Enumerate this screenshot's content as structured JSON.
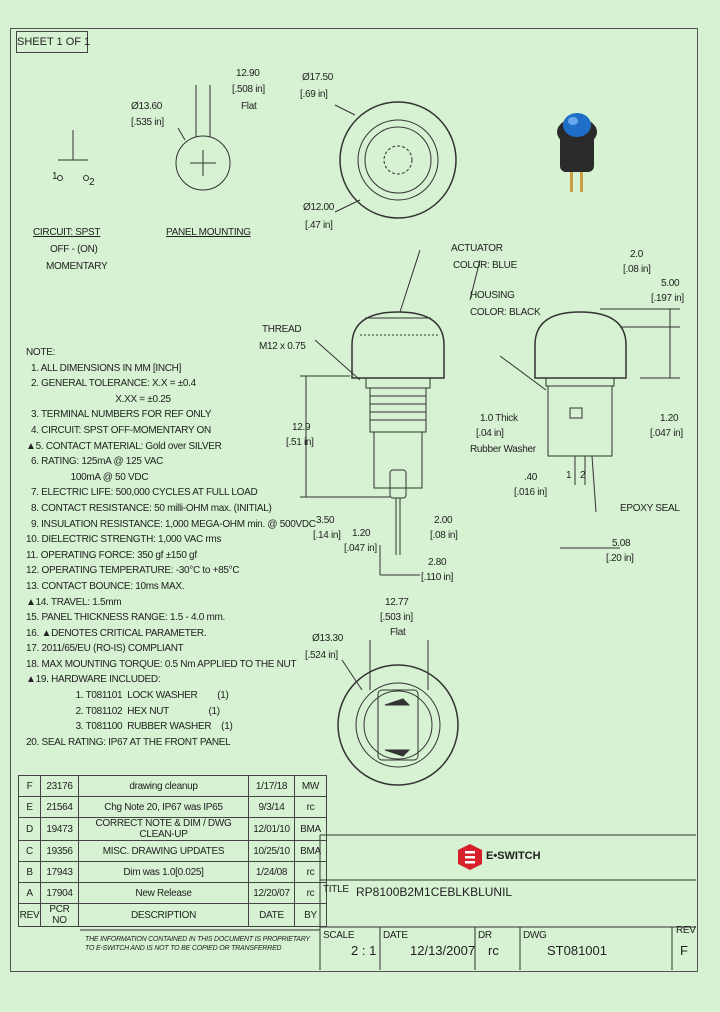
{
  "sheet_label": "SHEET 1 OF 1",
  "circuit": {
    "label": "CIRCUIT: SPST",
    "line2": "OFF - (ON)",
    "line3": "MOMENTARY",
    "pin1": "1",
    "pin2": "2"
  },
  "panel": {
    "label": "PANEL MOUNTING",
    "dia": "Ø13.60",
    "dia_in": "[.535 in]",
    "flat": "12.90",
    "flat_in": "[.508 in]",
    "flat_word": "Flat"
  },
  "top_view": {
    "outer": "Ø17.50",
    "outer_in": "[.69 in]",
    "inner": "Ø12.00",
    "inner_in": "[.47 in]"
  },
  "side_view": {
    "actuator": "ACTUATOR",
    "actuator_color": "COLOR: BLUE",
    "housing": "HOUSING",
    "housing_color": "COLOR: BLACK",
    "thread": "THREAD",
    "thread_spec": "M12 x 0.75",
    "height": "12.9",
    "height_in": "[.51 in]",
    "d350": "3.50",
    "d350_in": "[.14 in]",
    "d120": "1.20",
    "d120_in": "[.047 in]",
    "d200": "2.00",
    "d200_in": "[.08 in]",
    "d280": "2.80",
    "d280_in": "[.110 in]"
  },
  "right_view": {
    "d20": "2.0",
    "d20_in": "[.08 in]",
    "d500": "5.00",
    "d500_in": "[.197 in]",
    "thick": "1.0 Thick",
    "thick_in": "[.04 in]",
    "washer": "Rubber Washer",
    "d120": "1.20",
    "d120_in": "[.047 in]",
    "d40": ".40",
    "d40_in": "[.016 in]",
    "pin1": "1",
    "pin2": "2",
    "epoxy": "EPOXY SEAL",
    "d508": "5.08",
    "d508_in": "[.20 in]"
  },
  "bottom_view": {
    "flat": "12.77",
    "flat_in": "[.503 in]",
    "flat_word": "Flat",
    "dia": "Ø13.30",
    "dia_in": "[.524 in]"
  },
  "notes": [
    "NOTE:",
    "  1. ALL DIMENSIONS IN MM [INCH]",
    "  2. GENERAL TOLERANCE: X.X = ±0.4",
    "                                    X.XX = ±0.25",
    "  3. TERMINAL NUMBERS FOR REF ONLY",
    "  4. CIRCUIT: SPST OFF-MOMENTARY ON",
    "▲5. CONTACT MATERIAL: Gold over SILVER",
    "  6. RATING: 125mA @ 125 VAC",
    "                  100mA @ 50 VDC",
    "  7. ELECTRIC LIFE: 500,000 CYCLES AT FULL LOAD",
    "  8. CONTACT RESISTANCE: 50 milli-OHM max. (INITIAL)",
    "  9. INSULATION RESISTANCE: 1,000 MEGA-OHM min. @ 500VDC",
    "10. DIELECTRIC STRENGTH: 1,000 VAC rms",
    "11. OPERATING FORCE: 350 gf ±150 gf",
    "12. OPERATING TEMPERATURE: -30°C to +85°C",
    "13. CONTACT BOUNCE: 10ms MAX.",
    "▲14. TRAVEL: 1.5mm",
    "15. PANEL THICKNESS RANGE: 1.5 - 4.0 mm.",
    "16. ▲DENOTES CRITICAL PARAMETER.",
    "17. 2011/65/EU (RO-IS) COMPLIANT",
    "18. MAX MOUNTING TORQUE: 0.5 Nm APPLIED TO THE NUT",
    "▲19. HARDWARE INCLUDED:",
    "                    1. T081101  LOCK WASHER        (1)",
    "                    2. T081102  HEX NUT                (1)",
    "                    3. T081100  RUBBER WASHER    (1)",
    "20. SEAL RATING: IP67 AT THE FRONT PANEL"
  ],
  "revisions": [
    {
      "rev": "F",
      "pcr": "23176",
      "desc": "drawing cleanup",
      "date": "1/17/18",
      "by": "MW"
    },
    {
      "rev": "E",
      "pcr": "21564",
      "desc": "Chg Note 20, IP67 was IP65",
      "date": "9/3/14",
      "by": "rc"
    },
    {
      "rev": "D",
      "pcr": "19473",
      "desc": "CORRECT NOTE & DIM / DWG CLEAN-UP",
      "date": "12/01/10",
      "by": "BMA"
    },
    {
      "rev": "C",
      "pcr": "19356",
      "desc": "MISC. DRAWING UPDATES",
      "date": "10/25/10",
      "by": "BMA"
    },
    {
      "rev": "B",
      "pcr": "17943",
      "desc": "Dim was 1.0[0.025]",
      "date": "1/24/08",
      "by": "rc"
    },
    {
      "rev": "A",
      "pcr": "17904",
      "desc": "New Release",
      "date": "12/20/07",
      "by": "rc"
    }
  ],
  "rev_header": {
    "rev": "REV",
    "pcr": "PCR NO",
    "desc": "DESCRIPTION",
    "date": "DATE",
    "by": "BY"
  },
  "disclaimer": [
    "THE INFORMATION CONTAINED IN THIS DOCUMENT IS PROPRIETARY",
    "TO E-SWITCH AND IS NOT TO BE COPIED OR TRANSFERRED"
  ],
  "title_block": {
    "brand": "E•SWITCH",
    "title_label": "TITLE",
    "title": "RP8100B2M1CEBLKBLUNIL",
    "scale_label": "SCALE",
    "scale": "2 : 1",
    "date_label": "DATE",
    "date": "12/13/2007",
    "dr_label": "DR",
    "dr": "rc",
    "dwg_label": "DWG",
    "dwg": "ST081001",
    "rev_label": "REV",
    "rev": "F"
  },
  "colors": {
    "background": "#d6f2d2",
    "actuator": "#1f6fc8",
    "housing": "#2a2a2a",
    "brand_red": "#d6202a"
  }
}
